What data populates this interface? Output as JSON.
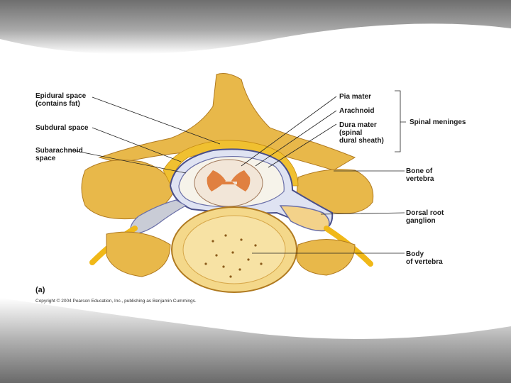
{
  "labels": {
    "epidural_space": "Epidural space\n(contains fat)",
    "subdural_space": "Subdural space",
    "subarachnoid_space": "Subarachnoid\nspace",
    "pia_mater": "Pia mater",
    "arachnoid": "Arachnoid",
    "dura_mater": "Dura mater\n(spinal\ndural sheath)",
    "spinal_meninges": "Spinal meninges",
    "bone_of_vertebra": "Bone of\nvertebra",
    "dorsal_root_ganglion": "Dorsal root\nganglion",
    "body_of_vertebra": "Body\nof vertebra"
  },
  "panel_label": "(a)",
  "copyright": "Copyright © 2004 Pearson Education, Inc., publishing as Benjamin Cummings.",
  "colors": {
    "bone": "#e8b84a",
    "bone_light": "#f4d88a",
    "fat": "#f0c030",
    "dura": "#6a6fa8",
    "spinal_cord": "#f2e6d8",
    "gray_matter": "#e08040",
    "nerve": "#f0b818"
  }
}
